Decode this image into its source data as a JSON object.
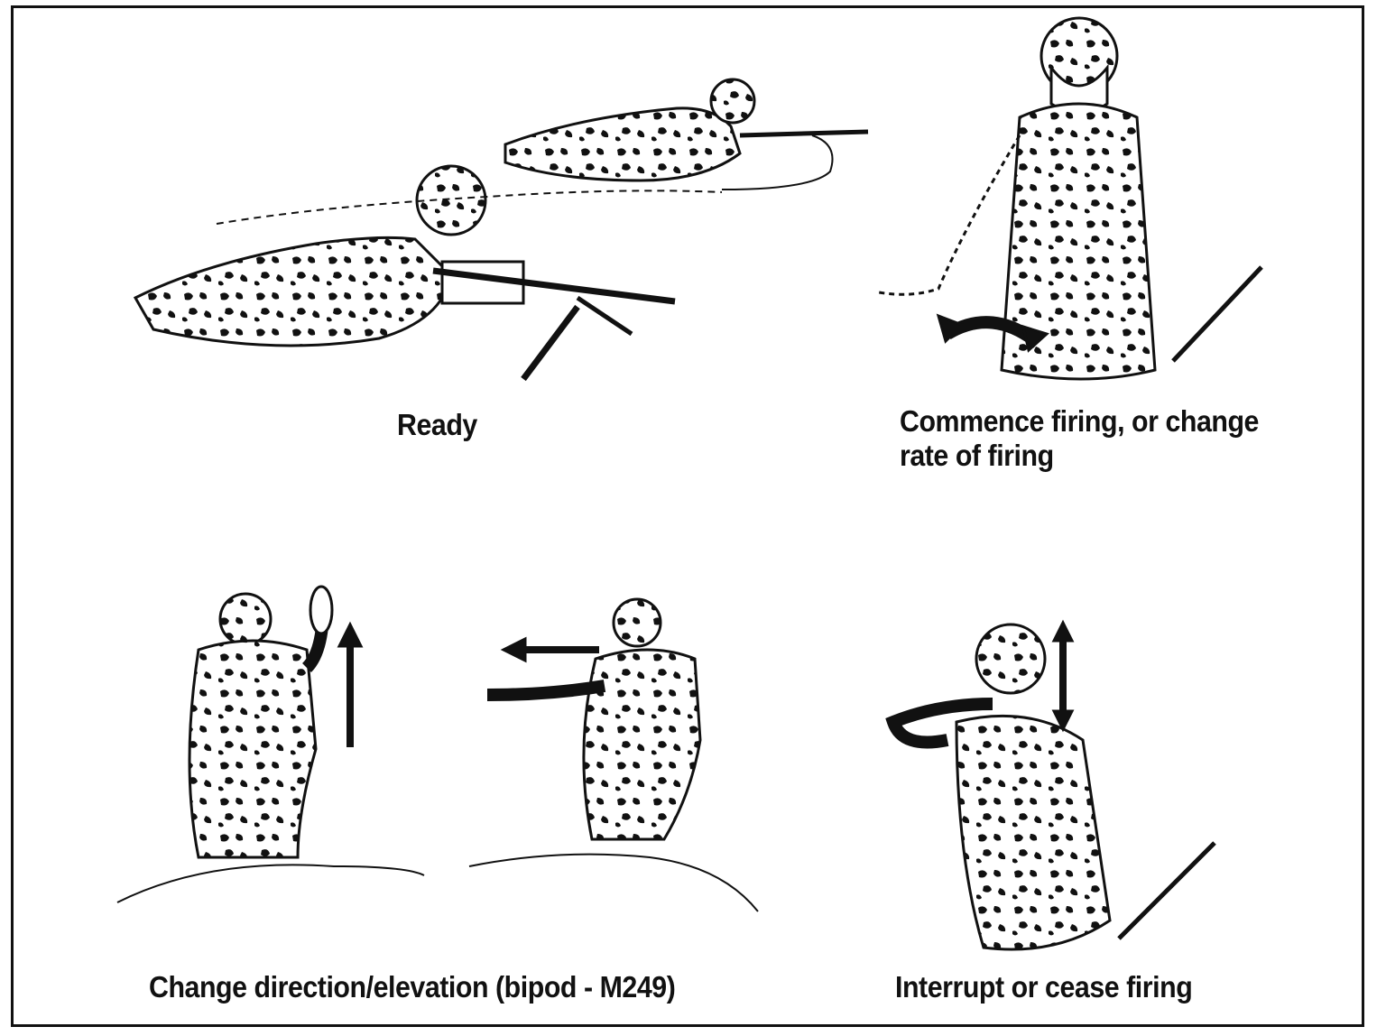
{
  "captions": {
    "ready": "Ready",
    "commence": "Commence firing, or change rate of firing",
    "change_direction": "Change direction/elevation (bipod - M249)",
    "interrupt": "Interrupt or cease firing"
  },
  "colors": {
    "ink": "#111111",
    "background": "#ffffff"
  }
}
